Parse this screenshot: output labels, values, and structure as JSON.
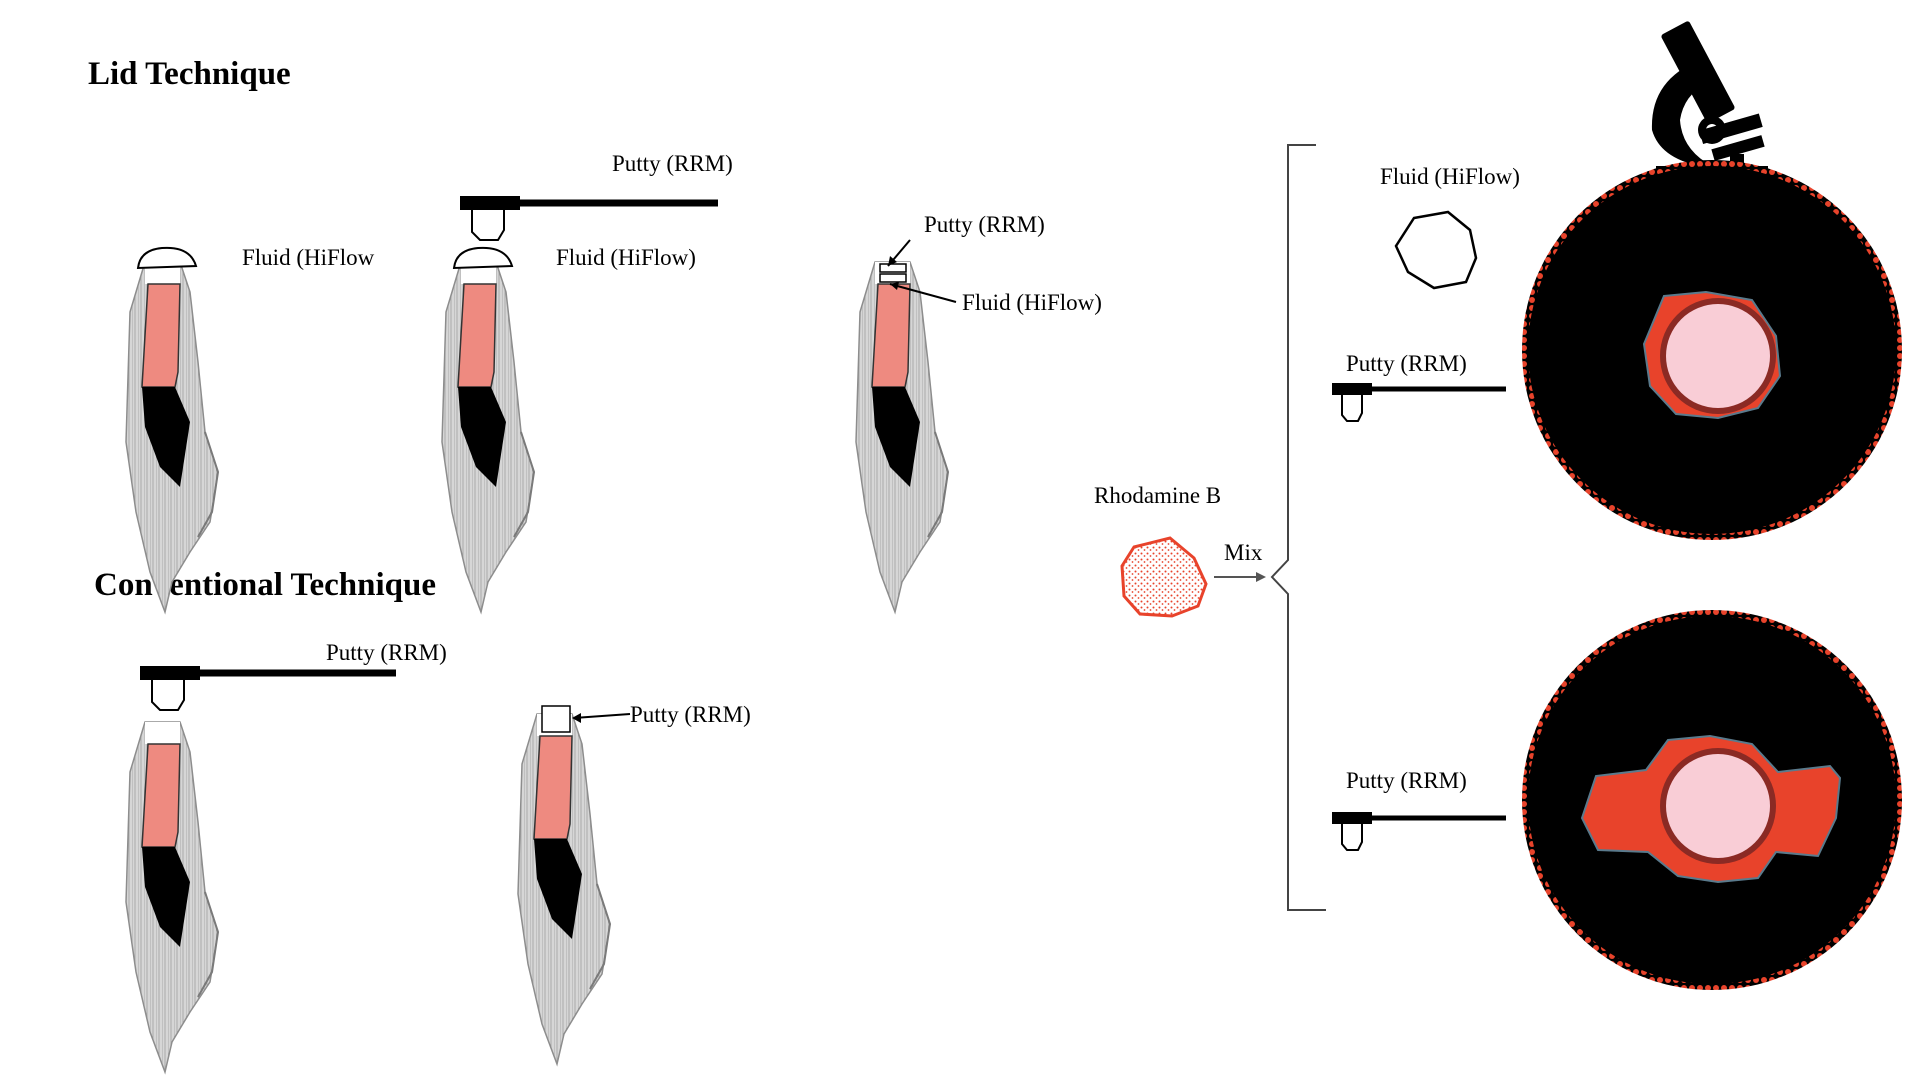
{
  "titles": {
    "lid": "Lid Technique",
    "conventional": "Conventional Technique"
  },
  "labels": {
    "fluid_hiflow": "Fluid (HiFlow)",
    "fluid_hiflow_clipped": "Fluid (HiFlow",
    "putty_rrm": "Putty (RRM)",
    "rhodamine_b": "Rhodamine B",
    "mix": "Mix"
  },
  "colors": {
    "tooth_gray": "#cfcfcf",
    "canal_pink": "#ee8a80",
    "gutta_black": "#000000",
    "dye_red": "#e8432b",
    "dentin_pink": "#f9cdd6"
  },
  "icons": [
    "microscope-icon",
    "syringe-icon",
    "tooth-diagram"
  ]
}
